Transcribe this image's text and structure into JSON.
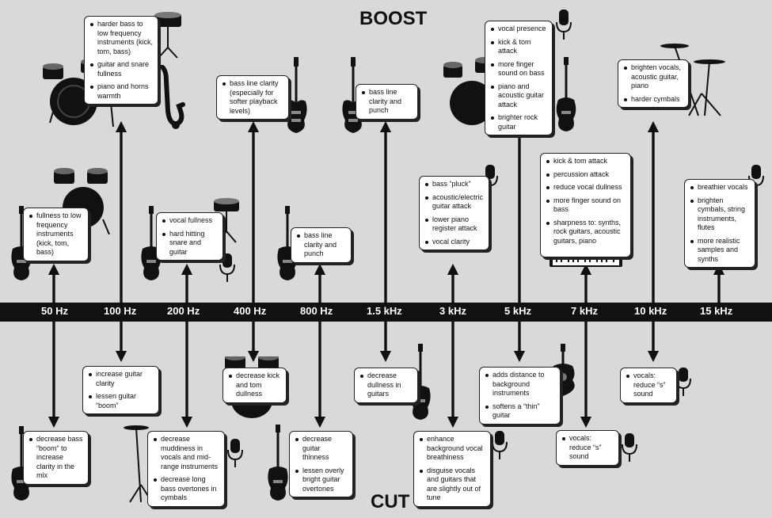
{
  "headings": {
    "boost": "BOOST",
    "cut": "CUT"
  },
  "frequencies": [
    "50 Hz",
    "100 Hz",
    "200 Hz",
    "400 Hz",
    "800 Hz",
    "1.5 kHz",
    "3 kHz",
    "5 kHz",
    "7 kHz",
    "10 kHz",
    "15 kHz"
  ],
  "boost_top": [
    {
      "freq": "100 Hz",
      "items": [
        "harder bass to low frequency instruments (kick, tom, bass)",
        "guitar and snare fullness",
        "piano and horns warmth"
      ]
    },
    {
      "freq": "400 Hz",
      "items": [
        "bass line clarity (especially for softer playback levels)"
      ]
    },
    {
      "freq": "1.5 kHz",
      "items": [
        "bass line clarity and punch"
      ]
    },
    {
      "freq": "5 kHz",
      "items": [
        "vocal presence",
        "kick & tom attack",
        "more finger sound on bass",
        "piano and acoustic guitar attack",
        "brighter rock guitar"
      ]
    },
    {
      "freq": "10 kHz",
      "items": [
        "brighten vocals, acoustic guitar, piano",
        "harder cymbals"
      ]
    }
  ],
  "boost_mid": [
    {
      "freq": "50 Hz",
      "items": [
        "fullness to low frequency instruments (kick, tom, bass)"
      ]
    },
    {
      "freq": "200 Hz",
      "items": [
        "vocal fullness",
        "hard hitting snare and guitar"
      ]
    },
    {
      "freq": "800 Hz",
      "items": [
        "bass line clarity and punch"
      ]
    },
    {
      "freq": "3 kHz",
      "items": [
        "bass “pluck”",
        "acoustic/electric guitar attack",
        "lower piano register attack",
        "vocal clarity"
      ]
    },
    {
      "freq": "7 kHz",
      "items": [
        "kick & tom attack",
        "percussion attack",
        "reduce vocal dullness",
        "more finger sound on bass",
        "sharpness to: synths, rock guitars, acoustic guitars, piano"
      ]
    },
    {
      "freq": "15 kHz",
      "items": [
        "breathier vocals",
        "brighten cymbals, string instruments, flutes",
        "more realistic samples and synths"
      ]
    }
  ],
  "cut_upper": [
    {
      "freq": "100 Hz",
      "items": [
        "increase guitar clarity",
        "lessen guitar “boom”"
      ]
    },
    {
      "freq": "400 Hz",
      "items": [
        "decrease kick and tom dullness"
      ]
    },
    {
      "freq": "1.5 kHz",
      "items": [
        "decrease dullness in guitars"
      ]
    },
    {
      "freq": "5 kHz",
      "items": [
        "adds distance to background instruments",
        "softens a “thin” guitar"
      ]
    },
    {
      "freq": "10 kHz",
      "items": [
        "vocals: reduce “s” sound"
      ]
    }
  ],
  "cut_lower": [
    {
      "freq": "50 Hz",
      "items": [
        "decrease bass “boom” to increase clarity in the mix"
      ]
    },
    {
      "freq": "200 Hz",
      "items": [
        "decrease muddiness in vocals and mid-range instruments",
        "decrease long bass overtones in cymbals"
      ]
    },
    {
      "freq": "800 Hz",
      "items": [
        "decrease guitar thinness",
        "lessen overly bright guitar overtones"
      ]
    },
    {
      "freq": "3 kHz",
      "items": [
        "enhance background vocal breathiness",
        "disguise vocals and guitars that are slightly out of tune"
      ]
    },
    {
      "freq": "7 kHz",
      "items": [
        "vocals: reduce “s” sound"
      ]
    }
  ],
  "illustrations": [
    "drum-kit",
    "snare-drum",
    "saxophone",
    "bass-guitar",
    "electric-guitar",
    "microphone",
    "cymbal",
    "keyboard",
    "acoustic-guitar"
  ],
  "colors": {
    "background": "#d9d9d9",
    "band": "#111111",
    "box": "#ffffff",
    "ink": "#111111"
  }
}
